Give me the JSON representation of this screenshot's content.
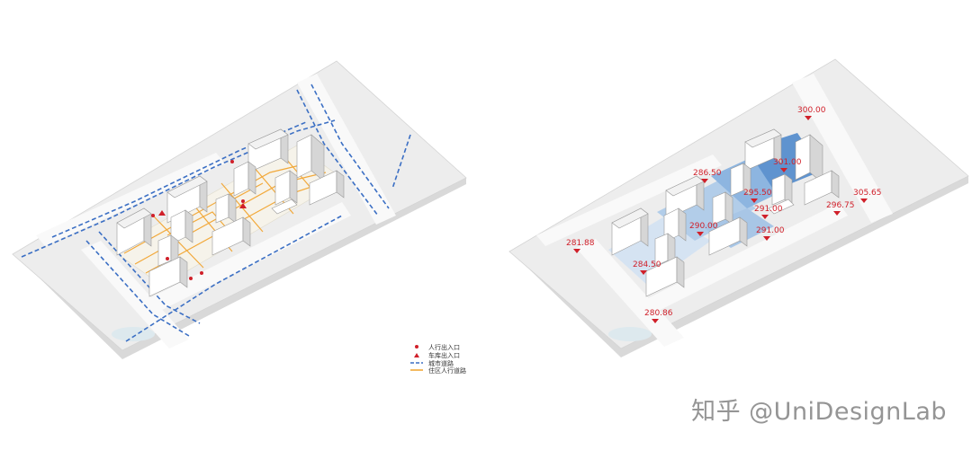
{
  "left_legend": {
    "items": [
      {
        "symbol": "dot",
        "color": "#d0202a",
        "label": "人行出入口"
      },
      {
        "symbol": "triangle",
        "color": "#d0202a",
        "label": "车库出入口"
      },
      {
        "symbol": "dash",
        "color": "#3b6fc4",
        "label": "城市道路"
      },
      {
        "symbol": "line",
        "color": "#f2a93b",
        "label": "住区人行道路"
      }
    ]
  },
  "elevations": [
    {
      "id": "e1",
      "label": "300.00"
    },
    {
      "id": "e2",
      "label": "286.50"
    },
    {
      "id": "e3",
      "label": "301.00"
    },
    {
      "id": "e4",
      "label": "295.50"
    },
    {
      "id": "e5",
      "label": "291.00"
    },
    {
      "id": "e6",
      "label": "305.65"
    },
    {
      "id": "e7",
      "label": "296.75"
    },
    {
      "id": "e8",
      "label": "290.00"
    },
    {
      "id": "e9",
      "label": "291.00"
    },
    {
      "id": "e10",
      "label": "281.88"
    },
    {
      "id": "e11",
      "label": "284.50"
    },
    {
      "id": "e12",
      "label": "280.86"
    }
  ],
  "watermark": "知乎 @UniDesignLab",
  "colors": {
    "ground": "#ececec",
    "road": "#f8f8f8",
    "city_road": "#3b6fc4",
    "ped_road": "#f2a93b",
    "entrance": "#d0202a",
    "zone_light": "#cfe0f1",
    "zone_mid": "#9fc2e5",
    "zone_dark": "#5f93cf"
  }
}
